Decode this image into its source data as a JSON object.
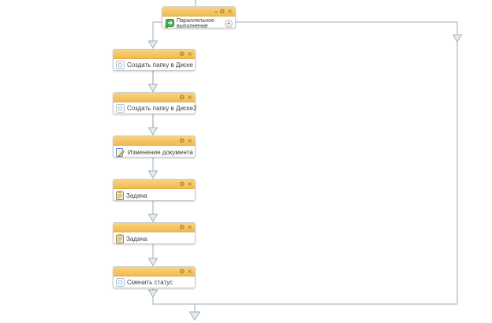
{
  "app": {
    "name": "workflow-designer"
  },
  "glyphs": {
    "minimize": "–",
    "settings": "⚙",
    "close": "×",
    "add": "+"
  },
  "colors": {
    "node_header": "#f5c567",
    "node_border": "#cbcbcb",
    "connector": "#bac7d0",
    "arrow_fill": "#e8ebed",
    "arrow_stroke": "#a2b1bb",
    "header_button": "#9c701c",
    "add_button_plus": "#b5443a",
    "parallel_icon_green": "#48b04f"
  },
  "nodes": [
    {
      "id": "parallel-execution",
      "line1": "Параллельное",
      "line2": "выполнение",
      "icon": "parallel-icon"
    },
    {
      "id": "create-folder-1",
      "title": "Создать папку в Диске",
      "icon": "drive-item-icon"
    },
    {
      "id": "create-folder-2",
      "title": "Создать папку в Диске2",
      "icon": "drive-item-icon"
    },
    {
      "id": "edit-document",
      "title": "Изменение документа",
      "icon": "edit-document-icon"
    },
    {
      "id": "task-1",
      "title": "Задача",
      "icon": "task-icon"
    },
    {
      "id": "task-2",
      "title": "Задача",
      "icon": "task-icon"
    },
    {
      "id": "change-status",
      "title": "Сменить статус",
      "icon": "status-item-icon"
    }
  ]
}
